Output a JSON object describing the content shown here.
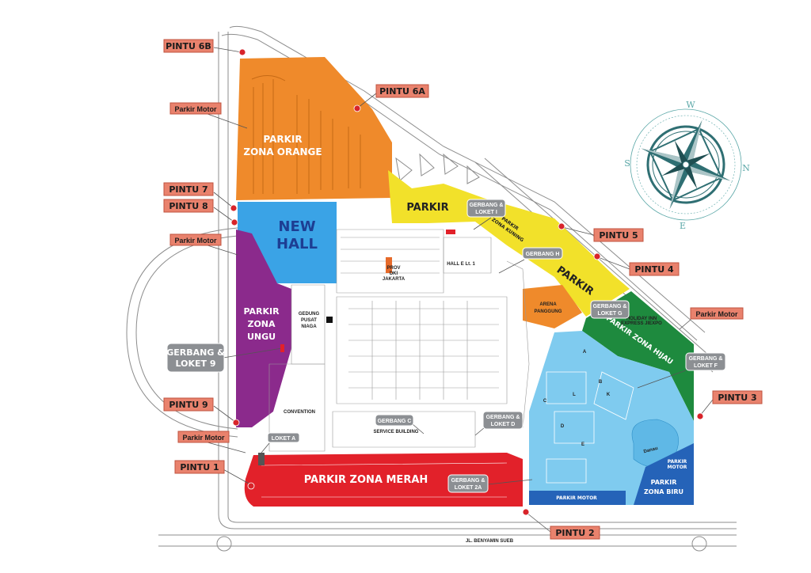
{
  "map": {
    "colors": {
      "orange": "#ef8a2b",
      "yellow": "#f2e12a",
      "purple": "#8b2a8c",
      "blue_hall": "#3aa3e6",
      "red": "#e2212a",
      "green": "#1e8a3e",
      "blue_zone": "#7fcbef",
      "callout": "#e9826d",
      "gate": "#8c8f93",
      "compass": "#2f6f73"
    },
    "zones": {
      "orange": [
        "PARKIR",
        "ZONA ORANGE"
      ],
      "yellow_main": "PARKIR",
      "yellow_kuning": [
        "PARKIR",
        "ZONA KUNING"
      ],
      "yellow_lower": "PARKIR",
      "new_hall": [
        "NEW",
        "HALL"
      ],
      "ungu": [
        "PARKIR",
        "ZONA",
        "UNGU"
      ],
      "merah": "PARKIR ZONA MERAH",
      "hijau": "PARKIR ZONA HIJAU",
      "biru": [
        "PARKIR",
        "ZONA BIRU"
      ],
      "biru_motor": [
        "PARKIR",
        "MOTOR"
      ],
      "parkir_motor_strip": "PARKIR MOTOR",
      "arena": [
        "ARENA",
        "PANGGUNG"
      ]
    },
    "buildings": {
      "gedung": [
        "GEDUNG",
        "PUSAT",
        "NIAGA"
      ],
      "convention": "CONVENTION",
      "service": "SERVICE BUILDING",
      "hall_e": "HALL E Lt. 1",
      "prov_dki": [
        "PROV",
        "DKI",
        "JAKARTA"
      ],
      "holiday_inn": [
        "HOLIDAY INN",
        "EXPRESS JIEXPO"
      ],
      "danau": "Danau",
      "street": "JL. BENYAMIN SUEB",
      "blue_letters": [
        "A",
        "B",
        "C",
        "D",
        "E",
        "K",
        "L"
      ]
    },
    "pintu": {
      "p6b": "PINTU 6B",
      "p6a": "PINTU 6A",
      "p7": "PINTU 7",
      "p8": "PINTU 8",
      "p9": "PINTU 9",
      "p1": "PINTU 1",
      "p2": "PINTU 2",
      "p3": "PINTU 3",
      "p4": "PINTU 4",
      "p5": "PINTU 5"
    },
    "motor_labels": {
      "m1": "Parkir Motor",
      "m2": "Parkir Motor",
      "m3": "Parkir Motor",
      "m4": "Parkir Motor"
    },
    "gerbang": {
      "g9": [
        "GERBANG &",
        "LOKET 9"
      ],
      "gI": [
        "GERBANG &",
        "LOKET I"
      ],
      "gH": "GERBANG H",
      "gG": [
        "GERBANG &",
        "LOKET G"
      ],
      "gF": [
        "GERBANG &",
        "LOKET F"
      ],
      "gC": "GERBANG C",
      "gD": [
        "GERBANG &",
        "LOKET D"
      ],
      "g2A": [
        "GERBANG &",
        "LOKET 2A"
      ],
      "loketA": "LOKET A"
    },
    "compass": {
      "north": "N",
      "south": "S",
      "east": "E",
      "west": "W"
    }
  }
}
